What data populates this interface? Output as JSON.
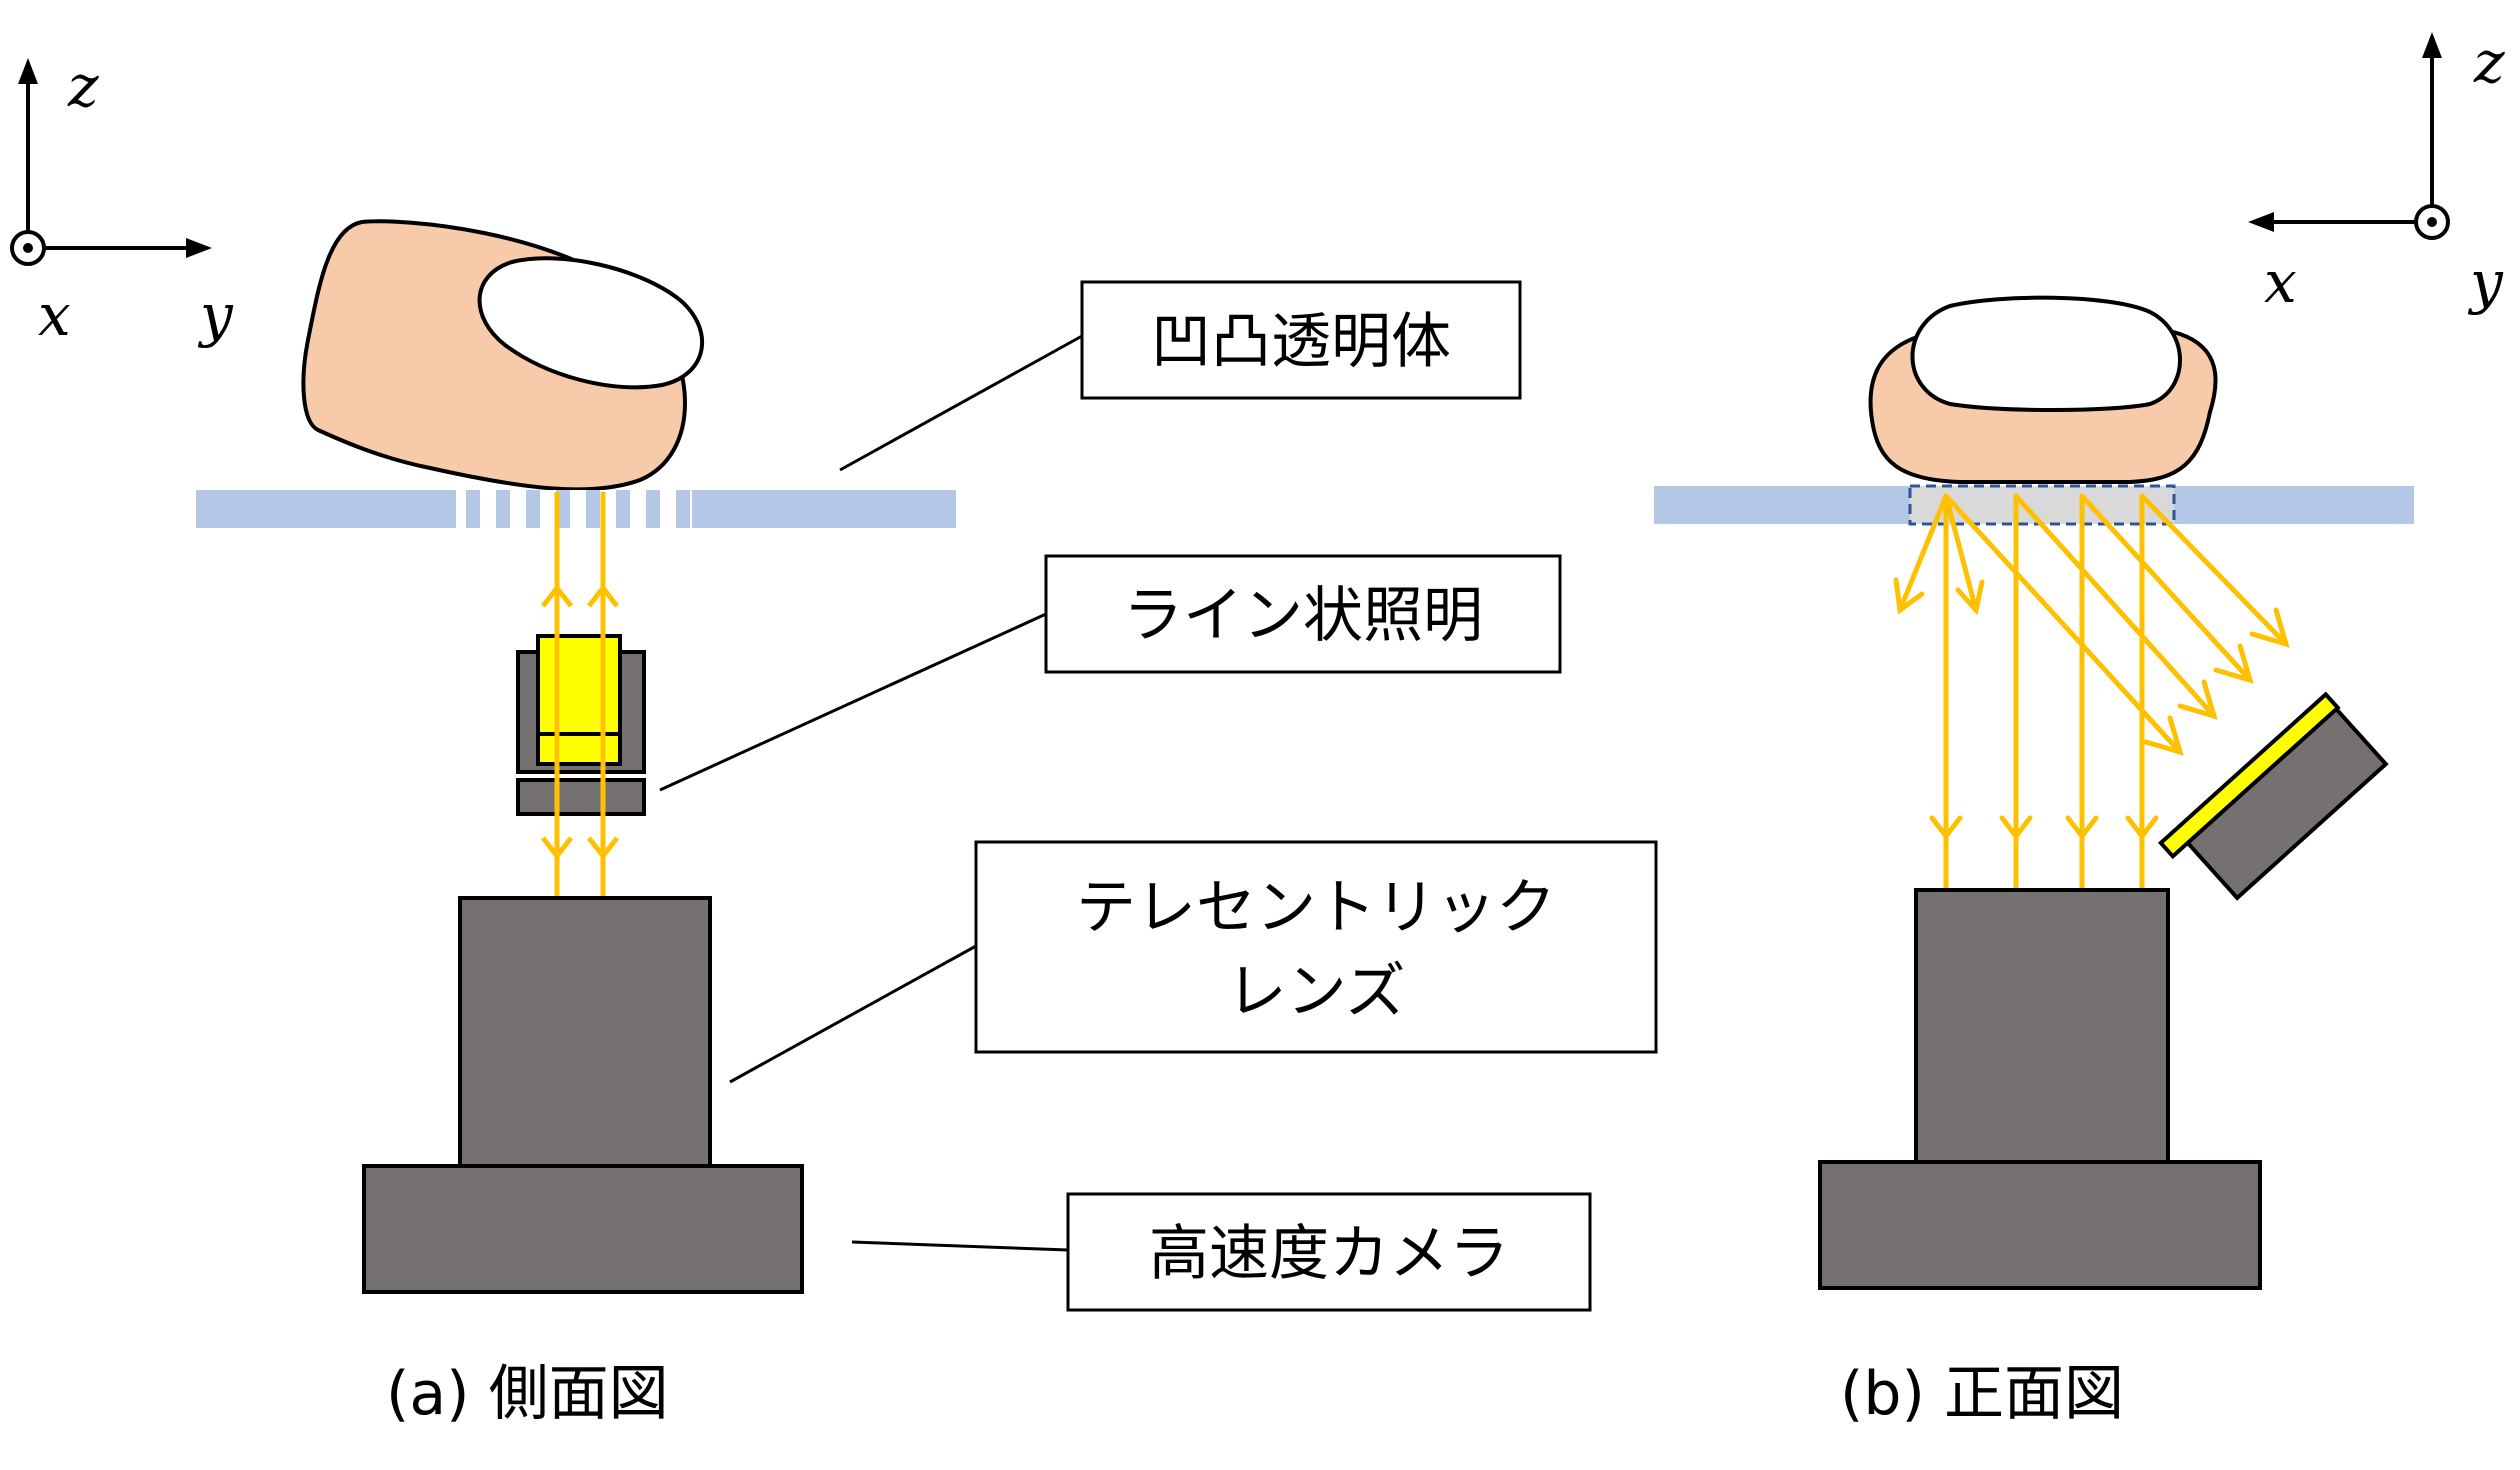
{
  "axes_left": {
    "z": "z",
    "x": "x",
    "y": "y"
  },
  "axes_right": {
    "z": "z",
    "x": "x",
    "y": "y"
  },
  "labels": {
    "transparent_body": "凹凸透明体",
    "line_illumination": "ライン状照明",
    "telecentric_line1": "テレセントリック",
    "telecentric_line2": "レンズ",
    "high_speed_camera": "高速度カメラ"
  },
  "captions": {
    "side_view": "(a) 側面図",
    "front_view": "(b) 正面図"
  },
  "colors": {
    "skin": "#f7caaa",
    "nail": "#ffffff",
    "plate": "#b4c7e7",
    "light_ray": "#ffc000",
    "illuminator": "#ffff00",
    "device_gray": "#767171",
    "outline": "#000000",
    "dashed_region": "#2f5597"
  }
}
